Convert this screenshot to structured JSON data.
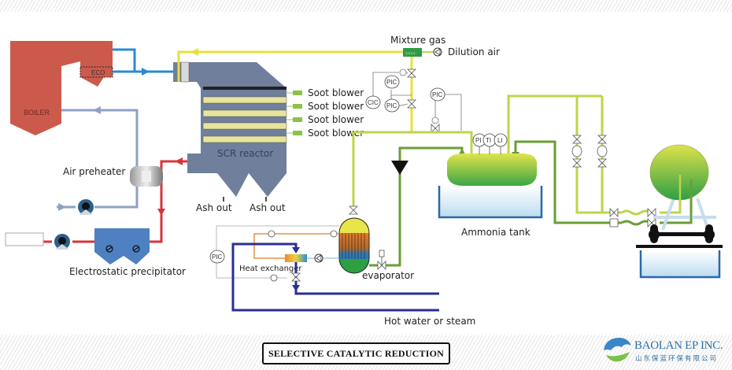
{
  "diagram": {
    "title": "SELECTIVE CATALYTIC REDUCTION",
    "equipment": {
      "boiler": "BOILER",
      "economizer": "ECO",
      "scr_reactor": "SCR reactor",
      "air_preheater": "Air preheater",
      "electrostatic_precipitator": "Electrostatic precipitator",
      "ammonia_tank": "Ammonia tank",
      "evaporator": "evaporator",
      "heat_exchanger": "Heat exchanger"
    },
    "streams": {
      "mixture_gas": "Mixture gas",
      "dilution_air": "Dilution air",
      "ash_out": [
        "Ash out",
        "Ash out"
      ],
      "hot_water_or_steam": "Hot water or steam"
    },
    "soot_blowers": [
      "Soot blower",
      "Soot blower",
      "Soot blower",
      "Soot blower"
    ],
    "instruments": {
      "cic": "CIC",
      "pic_upper": "PIC",
      "pic_lower": "PIC",
      "pic_tank": "PIC",
      "pic_heat": "PIC",
      "pi": "PI",
      "ti": "TI",
      "li": "LI"
    },
    "colors": {
      "boiler": "#cc5a4c",
      "reactor": "#6f7f9c",
      "flue_gas_blue": "#2a8ad0",
      "air_line": "#8fa0c4",
      "hot_gas_red": "#d9343a",
      "ammonia_line": "#bcd64a",
      "ammonia_dark_line": "#6a9e35",
      "mixture_line": "#e4e23a",
      "steam_line": "#2a2f8f",
      "heat_line": "#e39347",
      "esp": "#4e80c2"
    }
  },
  "branding": {
    "company_name": "BAOLAN EP INC.",
    "company_name_cn": "山东保蓝环保有限公司"
  }
}
